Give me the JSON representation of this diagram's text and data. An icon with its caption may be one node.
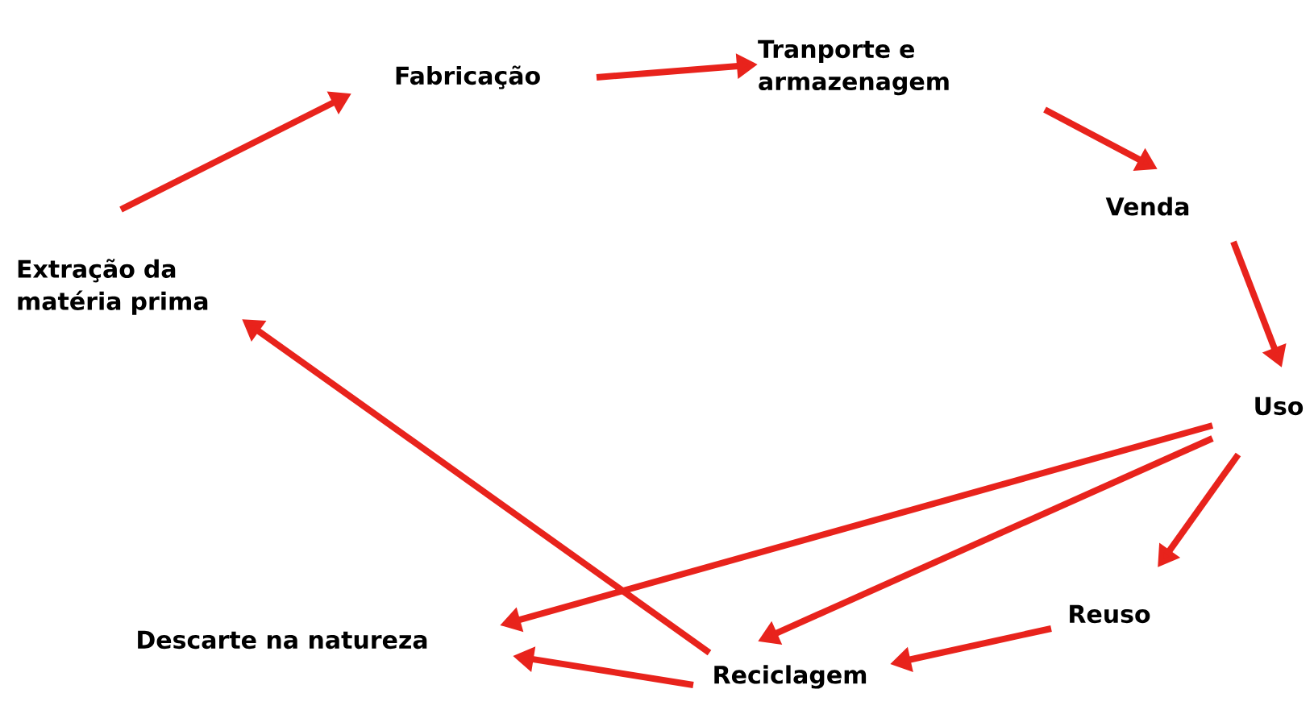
{
  "diagram": {
    "nodes": [
      {
        "text": [
          "Extração da matéria prima"
        ]
      },
      {
        "text": [
          "Fabricação"
        ]
      },
      {
        "text": [
          "Tranporte e armazenagem"
        ]
      },
      {
        "text": [
          "Venda"
        ]
      },
      {
        "text": [
          "Uso"
        ]
      },
      {
        "text": [
          "Reuso"
        ]
      },
      {
        "text": [
          "Reciclagem"
        ]
      },
      {
        "text": [
          "Descarte na natureza"
        ]
      }
    ],
    "edges": [
      {
        "from": 0,
        "to": 1,
        "arrow": "to"
      },
      {
        "from": 1,
        "to": 2,
        "arrow": "to"
      },
      {
        "from": 2,
        "to": 3,
        "arrow": "to"
      },
      {
        "from": 3,
        "to": 4,
        "arrow": "to"
      },
      {
        "from": 4,
        "to": 7,
        "arrow": "to"
      },
      {
        "from": 4,
        "to": 6,
        "arrow": "to"
      },
      {
        "from": 4,
        "to": 5,
        "arrow": "to"
      },
      {
        "from": 5,
        "to": 6,
        "arrow": "to"
      },
      {
        "from": 6,
        "to": 0,
        "arrow": "to"
      },
      {
        "from": 6,
        "to": 7,
        "arrow": "to"
      }
    ]
  }
}
